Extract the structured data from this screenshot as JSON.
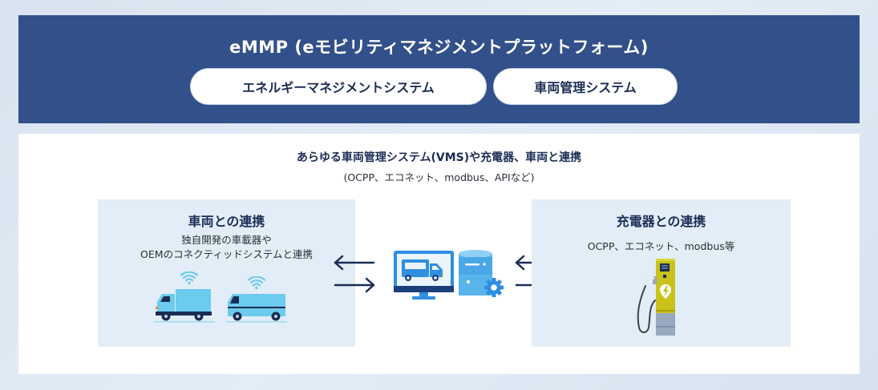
{
  "platform": {
    "title": "eMMP (eモビリティマネジメントプラットフォーム)",
    "modules": [
      {
        "label": "エネルギーマネジメントシステム"
      },
      {
        "label": "車両管理システム"
      }
    ]
  },
  "integration": {
    "title": "あらゆる車両管理システム(VMS)や充電器、車両と連携",
    "subtitle": "(OCPP、エコネット、modbus、APIなど)",
    "vehicle_panel": {
      "title": "車両との連携",
      "description": "独自開発の車載器や\nOEMのコネクティッドシステムと連携",
      "icons": [
        "truck-icon",
        "van-icon",
        "wifi-icon"
      ]
    },
    "center": {
      "icons": [
        "monitor-truck-icon",
        "server-gear-icon"
      ]
    },
    "charger_panel": {
      "title": "充電器との連携",
      "description": "OCPP、エコネット、modbus等",
      "icons": [
        "ev-charger-icon"
      ]
    }
  },
  "colors": {
    "header_bg": "#32508a",
    "panel_bg": "#e2edf7",
    "text_dark": "#1b2d55",
    "vehicle_blue": "#6ccbee",
    "charger_yellow": "#c8c21a"
  }
}
